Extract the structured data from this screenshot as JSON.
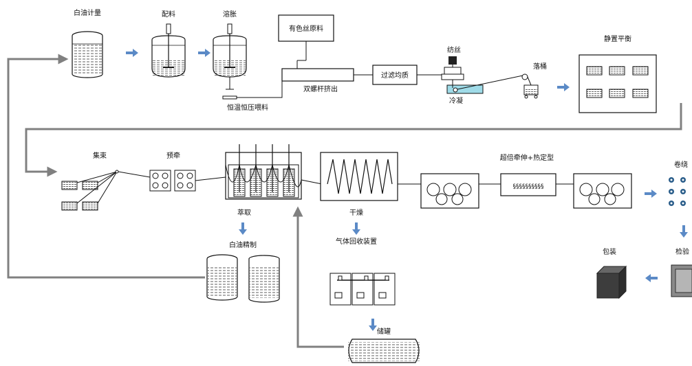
{
  "labels": {
    "baiyou_jiliang": "白油计量",
    "peiliao": "配料",
    "rongzhang": "溶胀",
    "youse_siyuanliao": "有色丝原料",
    "shuangluogan_jichu": "双螺杆挤出",
    "hengwen_hengya_weiliao": "恒温恒压喂料",
    "guolv_junzhi": "过滤均质",
    "fangsi": "纺丝",
    "lengning": "冷凝",
    "luotong": "落桶",
    "jingzhi_pingheng": "静置平衡",
    "jishu": "集束",
    "yuqian": "预牵",
    "cuiqu": "萃取",
    "ganzao": "干燥",
    "chaobei_qianshen_reding": "超倍牵伸+热定型",
    "juanrao": "卷绕",
    "baiyou_jingzhi": "白油精制",
    "qiti_huishou": "气体回收装置",
    "chuguan": "储罐",
    "baozhuang": "包装",
    "jianyan": "检验"
  },
  "colors": {
    "line": "#111111",
    "arrow_blue": "#5b8ac6",
    "return_gray": "#808080",
    "chiller_cyan": "#9fdbe8",
    "package_dark": "#3d3d3d"
  }
}
